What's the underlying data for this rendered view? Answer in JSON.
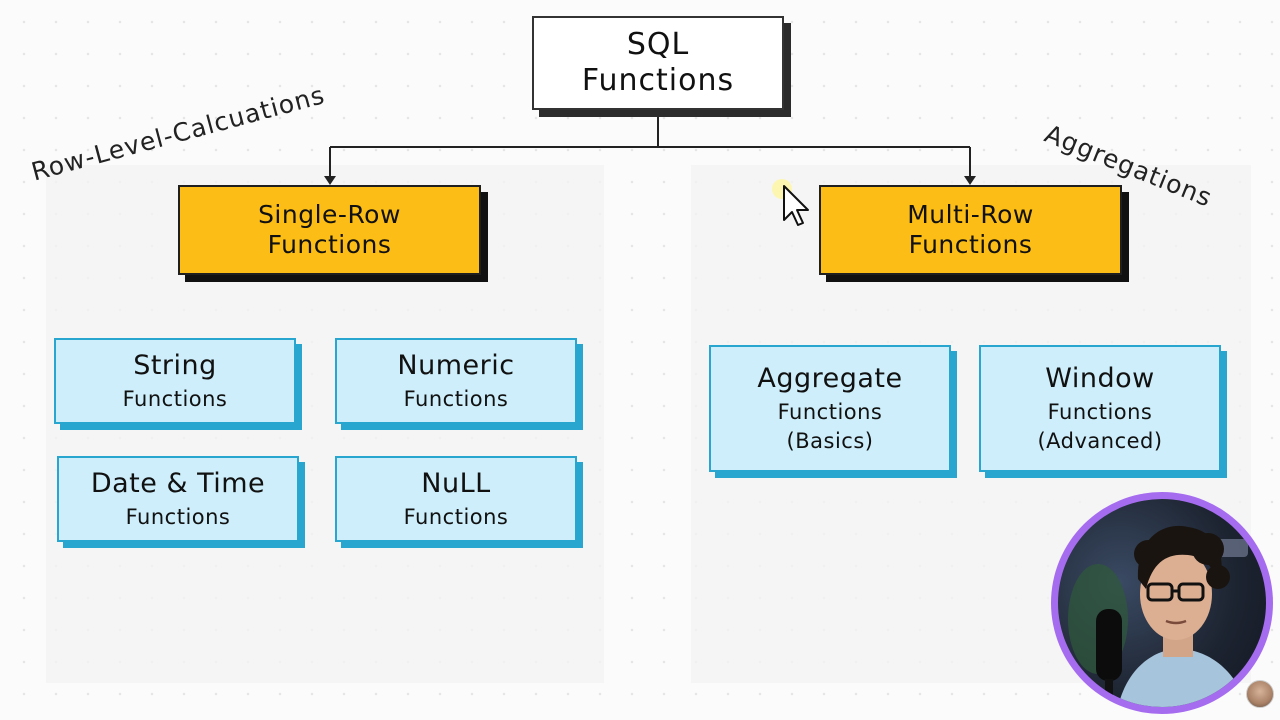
{
  "root": {
    "line1": "SQL",
    "line2": "Functions"
  },
  "labels": {
    "left": "Row-Level-Calcuations",
    "right": "Aggregations"
  },
  "single_row": {
    "line1": "Single-Row",
    "line2": "Functions",
    "children": [
      {
        "main": "String",
        "sub": "Functions"
      },
      {
        "main": "Numeric",
        "sub": "Functions"
      },
      {
        "main": "Date & Time",
        "sub": "Functions"
      },
      {
        "main": "NuLL",
        "sub": "Functions"
      }
    ]
  },
  "multi_row": {
    "line1": "Multi-Row",
    "line2": "Functions",
    "children": [
      {
        "main": "Aggregate",
        "sub": "Functions",
        "sub2": "(Basics)"
      },
      {
        "main": "Window",
        "sub": "Functions",
        "sub2": "(Advanced)"
      }
    ]
  },
  "colors": {
    "yellow": "#fbbd16",
    "light_blue": "#cdeefa",
    "blue_border": "#29a6cf",
    "webcam_ring": "#a66cf0"
  },
  "icons": {
    "cursor": "mouse-pointer-icon",
    "avatar": "presenter-webcam",
    "channel": "channel-avatar-icon"
  }
}
